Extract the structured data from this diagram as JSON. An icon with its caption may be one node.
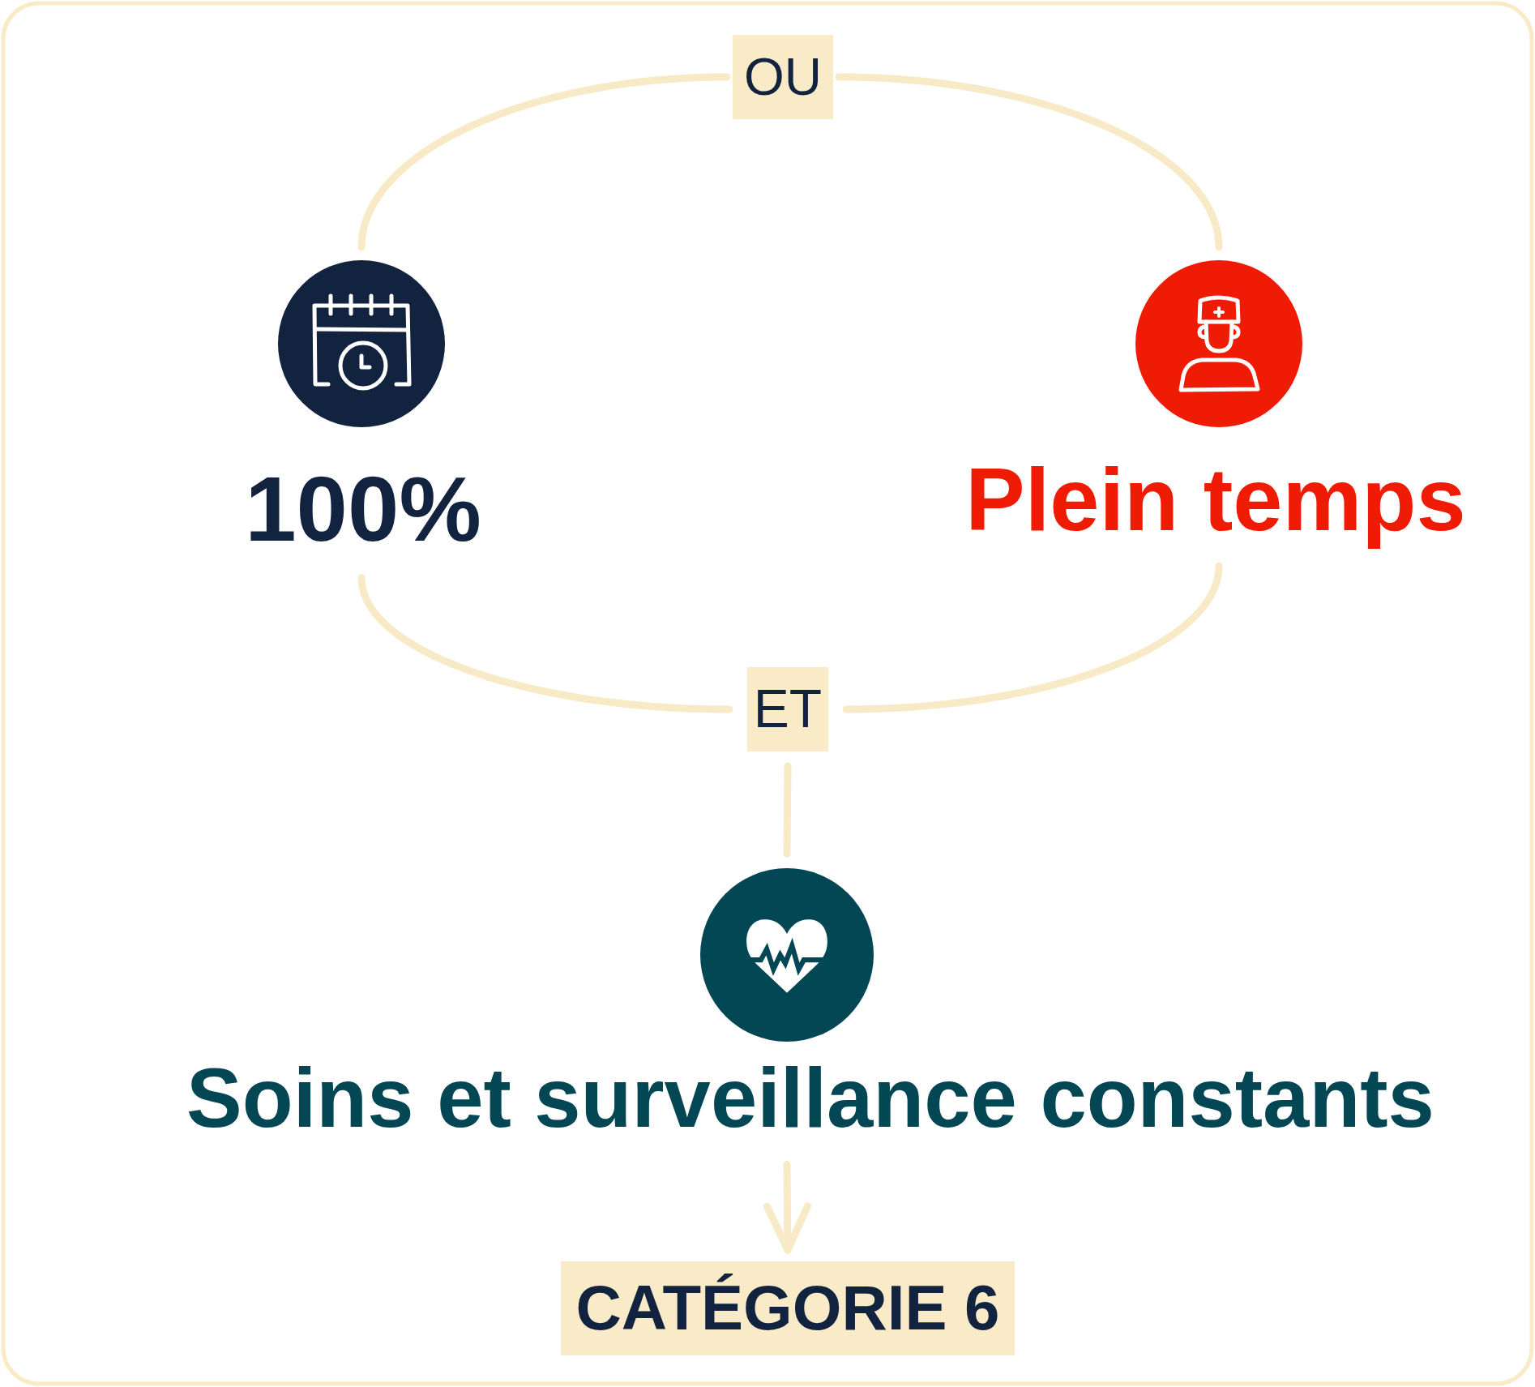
{
  "diagram": {
    "nodes": [
      {
        "text": [
          "OU"
        ]
      },
      {
        "text": [
          "100%"
        ]
      },
      {
        "text": [
          "Plein temps"
        ]
      },
      {
        "text": [
          "ET"
        ]
      },
      {
        "text": [
          "Soins et surveillance constants"
        ]
      },
      {
        "text": [
          "CATÉGORIE 6"
        ]
      }
    ],
    "edges": [
      {
        "from": 1,
        "to": 0,
        "arrow": "none"
      },
      {
        "from": 0,
        "to": 2,
        "arrow": "none"
      },
      {
        "from": 1,
        "to": 3,
        "arrow": "none"
      },
      {
        "from": 2,
        "to": 3,
        "arrow": "none"
      },
      {
        "from": 3,
        "to": 4,
        "arrow": "none"
      },
      {
        "from": 4,
        "to": 5,
        "arrow": "to"
      }
    ]
  }
}
